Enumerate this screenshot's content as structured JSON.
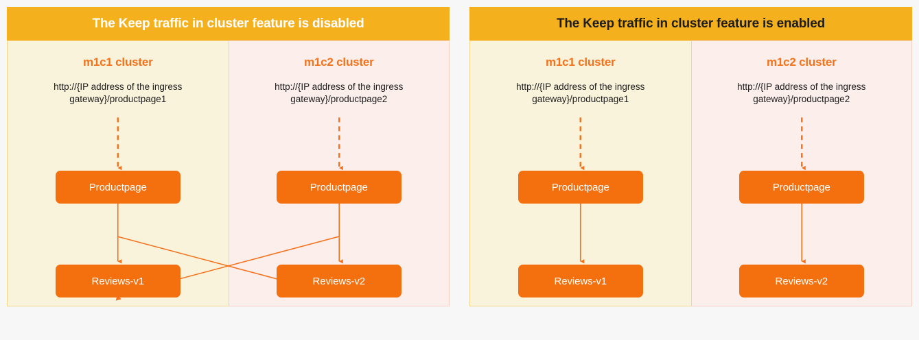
{
  "panels": [
    {
      "id": "disabled",
      "title": "The Keep traffic in cluster feature is disabled",
      "title_color": "#ffffff",
      "header_color": "#f5b11d",
      "cross_cluster_traffic": true,
      "clusters": [
        {
          "name": "m1c1 cluster",
          "url": "http://{IP address of the ingress gateway}/productpage1",
          "background": "#faf3dc",
          "nodes": [
            {
              "id": "productpage",
              "label": "Productpage"
            },
            {
              "id": "reviews",
              "label": "Reviews-v1"
            }
          ]
        },
        {
          "name": "m1c2 cluster",
          "url": "http://{IP address of the ingress gateway}/productpage2",
          "background": "#fbeeeb",
          "nodes": [
            {
              "id": "productpage",
              "label": "Productpage"
            },
            {
              "id": "reviews",
              "label": "Reviews-v2"
            }
          ]
        }
      ]
    },
    {
      "id": "enabled",
      "title": "The Keep traffic in cluster feature is enabled",
      "title_color": "#1d1d1d",
      "header_color": "#f5b11d",
      "cross_cluster_traffic": false,
      "clusters": [
        {
          "name": "m1c1 cluster",
          "url": "http://{IP address of the ingress gateway}/productpage1",
          "background": "#faf3dc",
          "nodes": [
            {
              "id": "productpage",
              "label": "Productpage"
            },
            {
              "id": "reviews",
              "label": "Reviews-v1"
            }
          ]
        },
        {
          "name": "m1c2 cluster",
          "url": "http://{IP address of the ingress gateway}/productpage2",
          "background": "#fbeeeb",
          "nodes": [
            {
              "id": "productpage",
              "label": "Productpage"
            },
            {
              "id": "reviews",
              "label": "Reviews-v2"
            }
          ]
        }
      ]
    }
  ],
  "colors": {
    "node_fill": "#f4700f",
    "arrow": "#f4701a",
    "cluster_label": "#f4721b",
    "header": "#f5b11d",
    "canvas": "#f7f7f7"
  },
  "edge_styles": {
    "ingress": "dashed",
    "service": "solid"
  }
}
